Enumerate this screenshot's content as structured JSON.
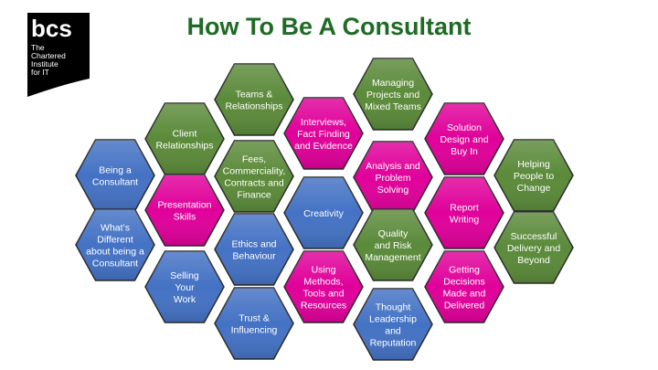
{
  "title": "How To Be A Consultant",
  "logo": {
    "mark": "bcs",
    "lines": [
      "The",
      "Chartered",
      "Institute",
      "for IT"
    ]
  },
  "colors": {
    "blue": "#4472c4",
    "green": "#5b8a3a",
    "magenta": "#e0009a",
    "title": "#1f6b25"
  },
  "hexagons": [
    {
      "id": "being-a-consultant",
      "color": "blue",
      "lines": [
        "Being a",
        "Consultant"
      ]
    },
    {
      "id": "whats-different",
      "color": "blue",
      "lines": [
        "What’s",
        "Different",
        "about being a",
        "Consultant"
      ]
    },
    {
      "id": "client-relationships",
      "color": "green",
      "lines": [
        "Client",
        "Relationships"
      ]
    },
    {
      "id": "presentation-skills",
      "color": "magenta",
      "lines": [
        "Presentation",
        "Skills"
      ]
    },
    {
      "id": "selling-your-work",
      "color": "blue",
      "lines": [
        "Selling",
        "Your",
        "Work"
      ]
    },
    {
      "id": "teams-relationships",
      "color": "green",
      "lines": [
        "Teams &",
        "Relationships"
      ]
    },
    {
      "id": "fees-commerciality",
      "color": "green",
      "lines": [
        "Fees,",
        "Commerciality,",
        "Contracts and",
        "Finance"
      ]
    },
    {
      "id": "ethics-behaviour",
      "color": "blue",
      "lines": [
        "Ethics and",
        "Behaviour"
      ]
    },
    {
      "id": "trust-influencing",
      "color": "blue",
      "lines": [
        "Trust &",
        "Influencing"
      ]
    },
    {
      "id": "interviews",
      "color": "magenta",
      "lines": [
        "Interviews,",
        "Fact Finding",
        "and Evidence"
      ]
    },
    {
      "id": "creativity",
      "color": "blue",
      "lines": [
        "Creativity"
      ]
    },
    {
      "id": "using-methods",
      "color": "magenta",
      "lines": [
        "Using",
        "Methods,",
        "Tools and",
        "Resources"
      ]
    },
    {
      "id": "managing-projects",
      "color": "green",
      "lines": [
        "Managing",
        "Projects and",
        "Mixed Teams"
      ]
    },
    {
      "id": "analysis-problem-solving",
      "color": "magenta",
      "lines": [
        "Analysis and",
        "Problem",
        "Solving"
      ]
    },
    {
      "id": "quality-risk",
      "color": "green",
      "lines": [
        "Quality",
        "and Risk",
        "Management"
      ]
    },
    {
      "id": "thought-leadership",
      "color": "blue",
      "lines": [
        "Thought",
        "Leadership",
        "and",
        "Reputation"
      ]
    },
    {
      "id": "solution-design",
      "color": "magenta",
      "lines": [
        "Solution",
        "Design and",
        "Buy In"
      ]
    },
    {
      "id": "report-writing",
      "color": "magenta",
      "lines": [
        "Report",
        "Writing"
      ]
    },
    {
      "id": "getting-decisions",
      "color": "magenta",
      "lines": [
        "Getting",
        "Decisions",
        "Made and",
        "Delivered"
      ]
    },
    {
      "id": "helping-people",
      "color": "green",
      "lines": [
        "Helping",
        "People to",
        "Change"
      ]
    },
    {
      "id": "successful-delivery",
      "color": "green",
      "lines": [
        "Successful",
        "Delivery and",
        "Beyond"
      ]
    }
  ]
}
